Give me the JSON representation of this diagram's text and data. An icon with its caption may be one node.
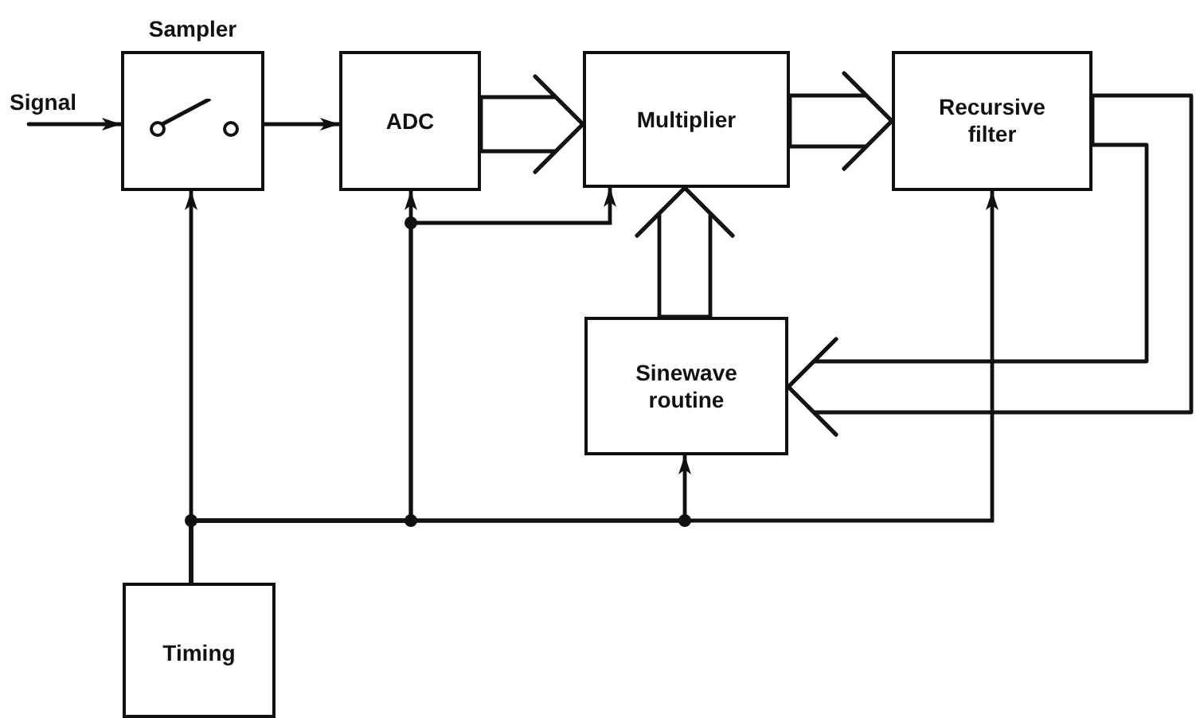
{
  "diagram": {
    "nodes": [
      {
        "text": [
          "Signal"
        ]
      },
      {
        "text": [
          "Sampler"
        ]
      },
      {
        "text": [
          "ADC"
        ]
      },
      {
        "text": [
          "Multiplier"
        ]
      },
      {
        "text": [
          "Recursive filter"
        ]
      },
      {
        "text": [
          "Sinewave routine"
        ]
      },
      {
        "text": [
          "Timing"
        ]
      }
    ],
    "edges": [
      {
        "from": 0,
        "to": 1,
        "arrow": "to"
      },
      {
        "from": 1,
        "to": 2,
        "arrow": "to"
      },
      {
        "from": 2,
        "to": 3,
        "arrow": "to"
      },
      {
        "from": 3,
        "to": 4,
        "arrow": "to"
      },
      {
        "from": 4,
        "to": 5,
        "arrow": "to"
      },
      {
        "from": 5,
        "to": 3,
        "arrow": "to"
      },
      {
        "from": 6,
        "to": 1,
        "arrow": "to"
      },
      {
        "from": 6,
        "to": 2,
        "arrow": "to"
      },
      {
        "from": 6,
        "to": 3,
        "arrow": "to"
      },
      {
        "from": 6,
        "to": 5,
        "arrow": "to"
      },
      {
        "from": 6,
        "to": 4,
        "arrow": "to"
      }
    ]
  }
}
